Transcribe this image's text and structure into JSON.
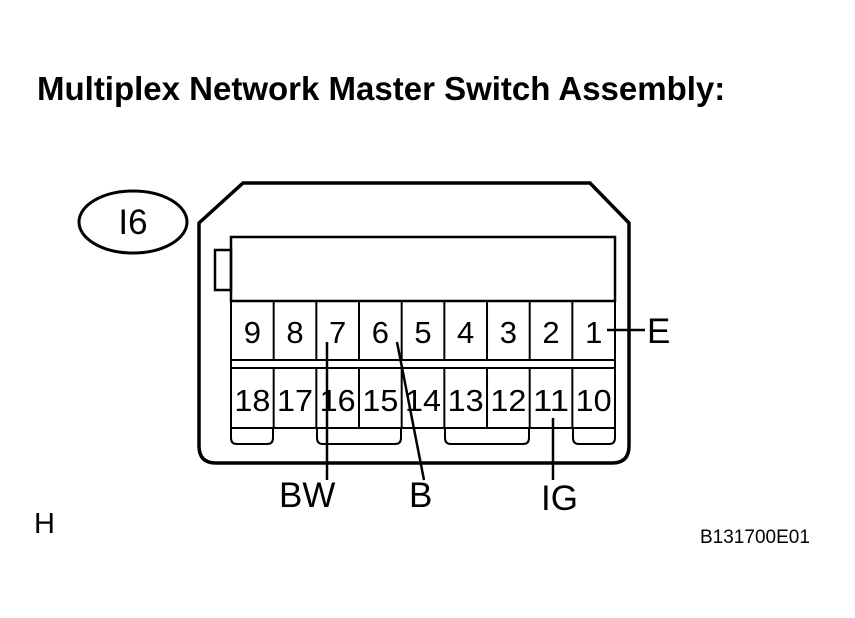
{
  "title": "Multiplex Network Master Switch Assembly:",
  "connector_id": "I6",
  "top_row_pins": [
    "9",
    "8",
    "7",
    "6",
    "5",
    "4",
    "3",
    "2",
    "1"
  ],
  "bottom_row_pins": [
    "18",
    "17",
    "16",
    "15",
    "14",
    "13",
    "12",
    "11",
    "10"
  ],
  "signals": {
    "E": "E",
    "BW": "BW",
    "B": "B",
    "IG": "IG"
  },
  "corner_letter": "H",
  "figure_code": "B131700E01"
}
